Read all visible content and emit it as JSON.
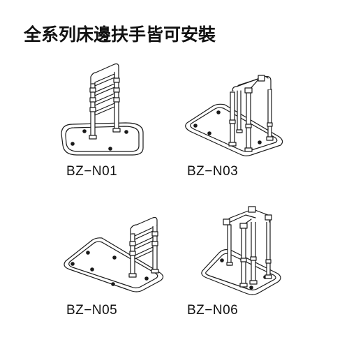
{
  "title": "全系列床邊扶手皆可安裝",
  "models": [
    {
      "label": "BZ−N01"
    },
    {
      "label": "BZ−N03"
    },
    {
      "label": "BZ−N05"
    },
    {
      "label": "BZ−N06"
    }
  ],
  "colors": {
    "line": "#1a1a1a",
    "fill": "#ffffff",
    "text": "#111111"
  }
}
